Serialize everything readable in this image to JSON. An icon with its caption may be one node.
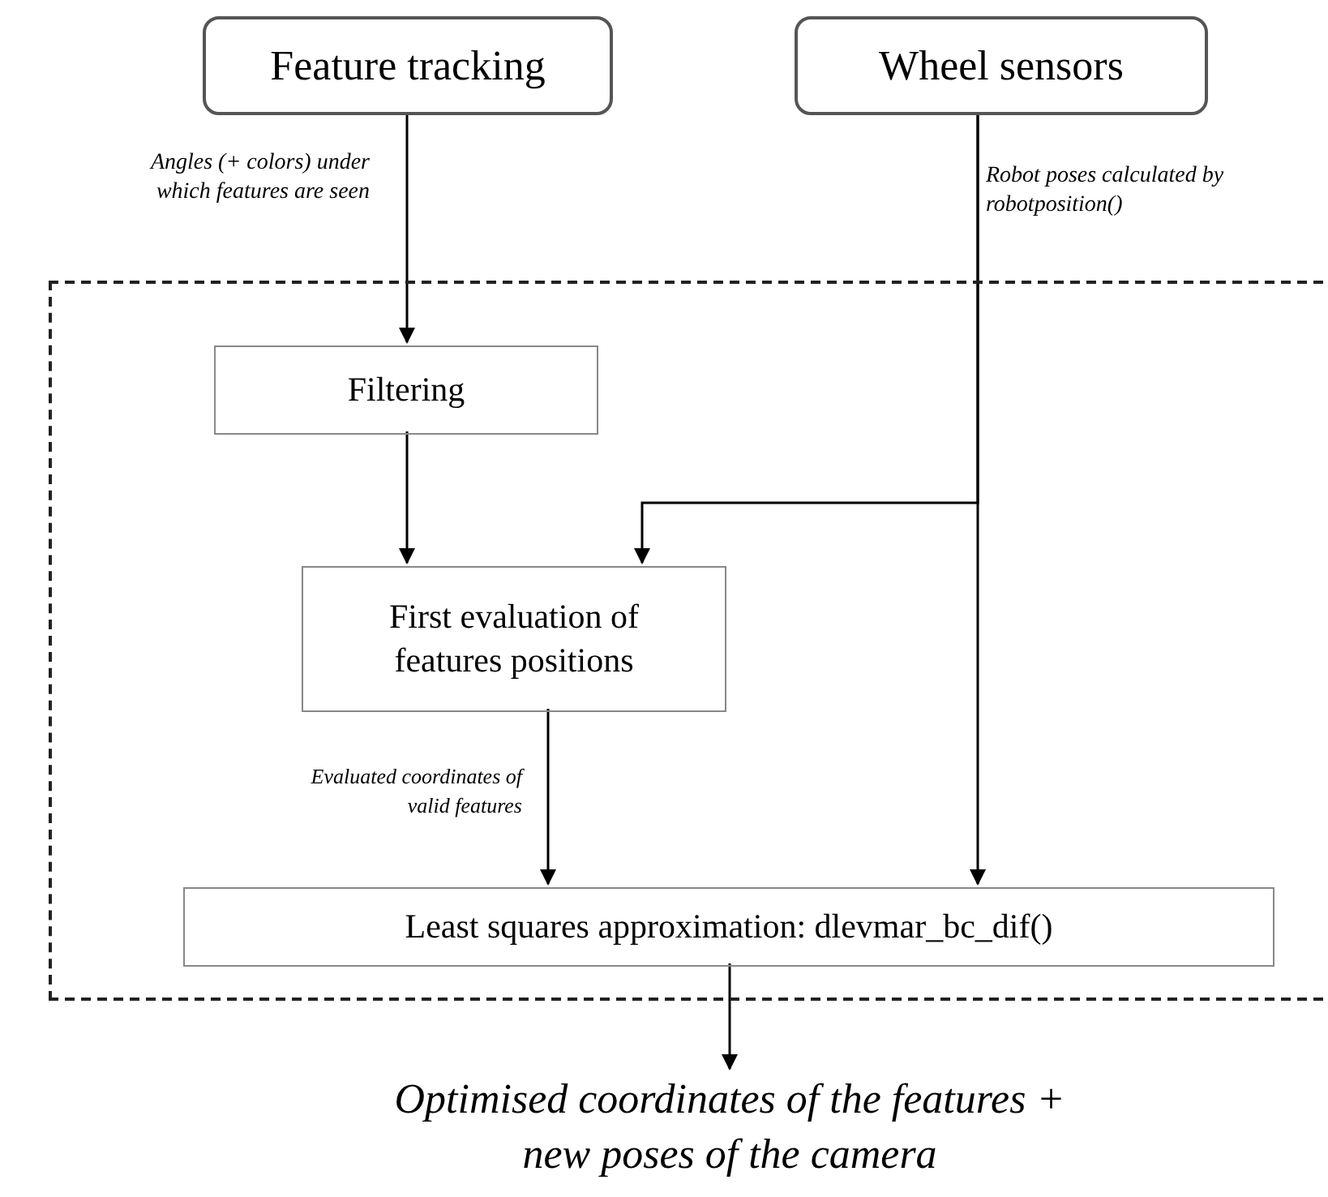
{
  "diagram": {
    "nodes": [
      {
        "text": [
          "Feature tracking"
        ]
      },
      {
        "text": [
          "Wheel sensors"
        ]
      },
      {
        "text": [],
        "shape": "box"
      },
      {
        "text": [
          "Filtering"
        ],
        "in": 2
      },
      {
        "text": [
          "First evaluation of features positions"
        ],
        "in": 2
      },
      {
        "text": [
          "Least squares approximation: dlevmar_bc_dif()"
        ],
        "in": 2
      },
      {
        "text": [
          "Optimised coordinates of the features + new poses of the camera"
        ]
      }
    ],
    "edges": [
      {
        "from": 0,
        "to": 3,
        "arrow": "to",
        "label": "Angles (+ colors) under which features are seen"
      },
      {
        "from": 1,
        "to": 5,
        "arrow": "to",
        "label": "Robot poses calculated by robotposition()"
      },
      {
        "from": 1,
        "to": 4,
        "arrow": "to"
      },
      {
        "from": 3,
        "to": 4,
        "arrow": "to"
      },
      {
        "from": 4,
        "to": 5,
        "arrow": "to",
        "label": "Evaluated coordinates of valid features"
      },
      {
        "from": 5,
        "to": 6,
        "arrow": "to"
      }
    ]
  }
}
